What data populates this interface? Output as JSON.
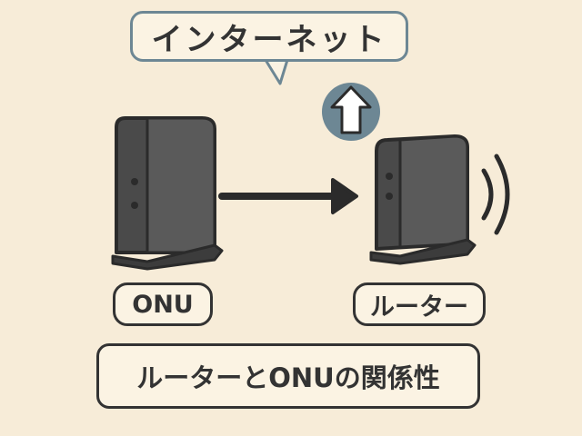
{
  "internet_bubble": {
    "text": "インターネット"
  },
  "onu": {
    "label": "ONU"
  },
  "router": {
    "label": "ルーター"
  },
  "caption": {
    "text": "ルーターとONUの関係性"
  },
  "icons": {
    "upload": "up-arrow-icon",
    "connection": "right-arrow-icon",
    "wifi": "wifi-signal-icon"
  },
  "colors": {
    "background": "#f7ecd8",
    "device": "#4a4a4a",
    "accent": "#6d8794",
    "outline": "#2b2b2b"
  }
}
